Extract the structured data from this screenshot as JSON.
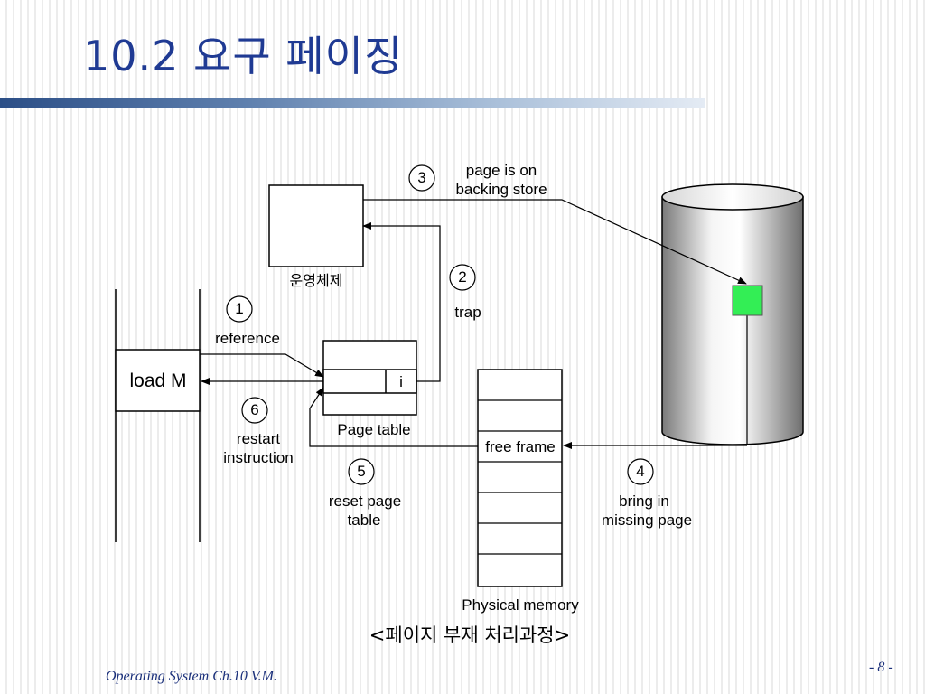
{
  "slide": {
    "title": "10.2  요구 페이징",
    "footer_left": "Operating System Ch.10 V.M.",
    "footer_right": "- 8 -"
  },
  "diagram": {
    "os_label": "운영체제",
    "load_instruction": "load M",
    "page_table_label": "Page table",
    "page_table_bit": "i",
    "free_frame_label": "free frame",
    "physical_memory_label": "Physical memory",
    "caption": "<페이지 부재 처리과정>",
    "steps": [
      {
        "number": "1",
        "label": "reference"
      },
      {
        "number": "2",
        "label": "trap"
      },
      {
        "number": "3",
        "label_line1": "page is on",
        "label_line2": "backing store"
      },
      {
        "number": "4",
        "label_line1": "bring in",
        "label_line2": "missing page"
      },
      {
        "number": "5",
        "label_line1": "reset page",
        "label_line2": "table"
      },
      {
        "number": "6",
        "label_line1": "restart",
        "label_line2": "instruction"
      }
    ],
    "colors": {
      "missing_page": "#33ee55",
      "title": "#1f3a93",
      "footer": "#1a2f7a"
    }
  }
}
